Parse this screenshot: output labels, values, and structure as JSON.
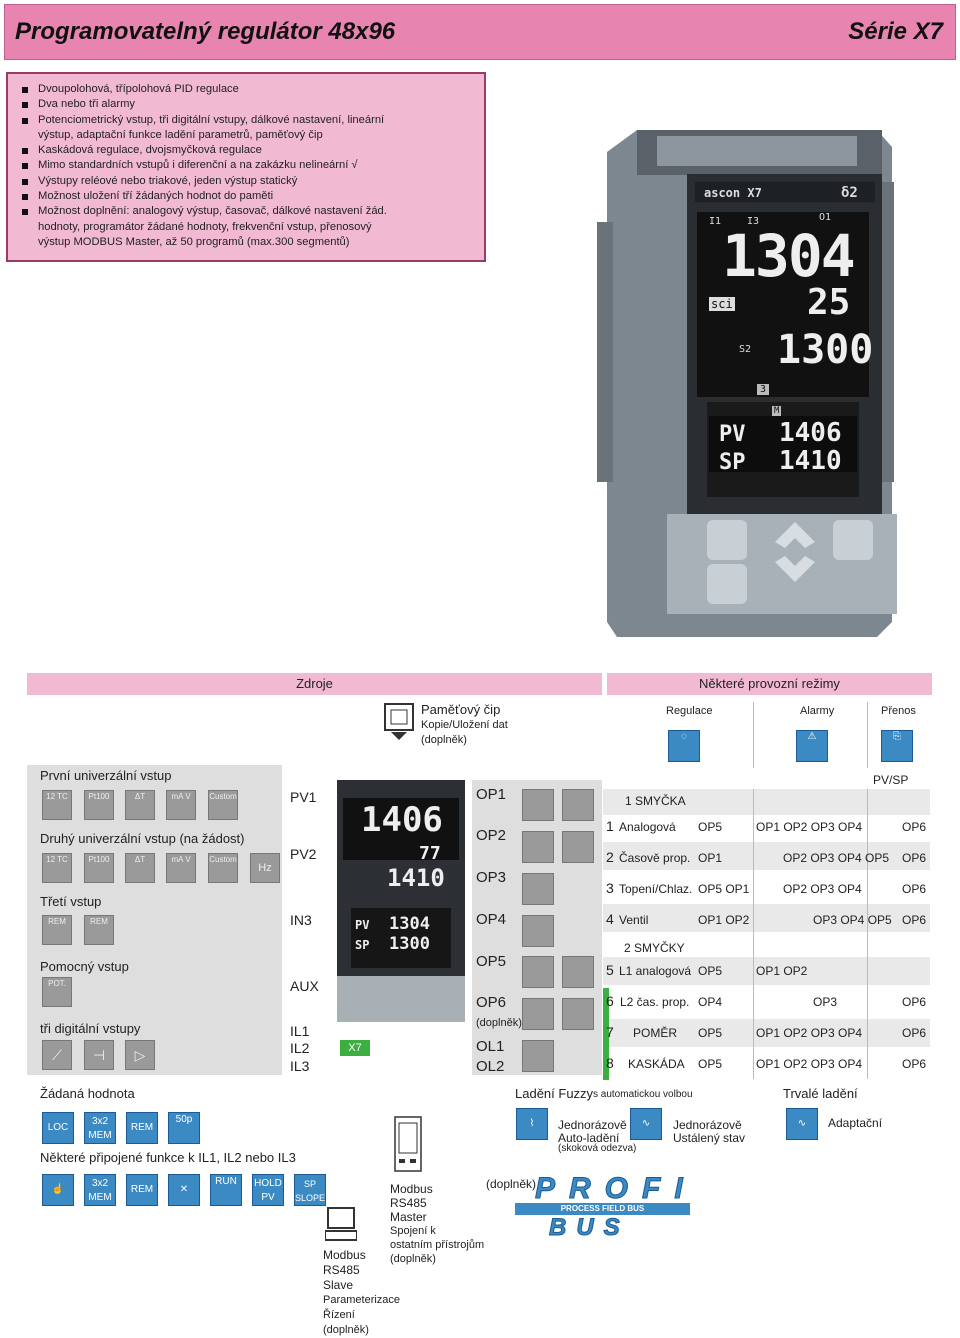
{
  "header": {
    "title": "Programovatelný   regulátor   48x96",
    "series": "Série X7"
  },
  "features": [
    "Dvoupolohová, třípolohová PID regulace",
    "Dva nebo tři alarmy",
    "Potenciometrický vstup, tři digitální vstupy, dálkové nastavení, lineární",
    "výstup, adaptační funkce ladění parametrů, paměťový čip",
    "Kaskádová regulace, dvojsmyčková regulace",
    "Mimo standardních vstupů i diferenční a na zakázku nelineární √",
    "Výstupy reléové nebo triakové, jeden výstup statický",
    "Možnost uložení tří žádaných hodnot do paměti",
    "Možnost doplnění: analogový výstup, časovač, dálkové nastavení žád.",
    "hodnoty, programátor žádané hodnoty, frekvenční vstup, přenosový",
    "výstup MODBUS Master, až 50 programů (max.300 segmentů)"
  ],
  "device": {
    "brand": "ascon X7",
    "model": "δ2",
    "pv": "1304",
    "sv1": "25",
    "sv2": "1300",
    "lcd1_label": "PV",
    "lcd1_val": "1406",
    "lcd2_label": "SP",
    "lcd2_val": "1410",
    "labels": [
      "I1",
      "I3",
      "O1",
      "sci",
      "S2",
      "3",
      "M"
    ]
  },
  "diagram": {
    "zdroje": "Zdroje",
    "rezimy": "Některé provozní režimy",
    "pamet_title": "Paměťový čip",
    "pamet_sub1": "Kopie/Uložení dat",
    "pamet_sub2": "(doplněk)",
    "col_regulace": "Regulace",
    "col_alarmy": "Alarmy",
    "col_prenos": "Přenos",
    "input1": "První univerzální vstup",
    "input2": "Druhý univerzální vstup (na žádost)",
    "input3": "Třetí vstup",
    "input4": "Pomocný vstup",
    "input5": "tři digitální vstupy",
    "icons1": [
      "12 TC",
      "Pt100",
      "ΔT",
      "mA V",
      "Custom"
    ],
    "icons2": [
      "12 TC",
      "Pt100",
      "ΔT",
      "mA V",
      "Custom",
      "Hz"
    ],
    "icons3": [
      "REM",
      "REM"
    ],
    "icons4": [
      "POT."
    ],
    "pv1": "PV1",
    "pv2": "PV2",
    "in3": "IN3",
    "aux": "AUX",
    "il1": "IL1",
    "il2": "IL2",
    "il3": "IL3",
    "x7": "X7",
    "mini": {
      "a": "1406",
      "b": "77",
      "c": "1410",
      "d": "1304",
      "e": "1300"
    },
    "ops": [
      "OP1",
      "OP2",
      "OP3",
      "OP4",
      "OP5",
      "OP6"
    ],
    "doplnek": "(doplněk)",
    "ol1": "OL1",
    "ol2": "OL2",
    "pvsp": "PV/SP",
    "smycka1": "1 SMYČKA",
    "smycka2": "2 SMYČKY",
    "rows": [
      {
        "n": "1",
        "name": "Analogová",
        "c1": "OP5",
        "c2": "",
        "c3": "OP1 OP2 OP3 OP4",
        "c4": "OP6"
      },
      {
        "n": "2",
        "name": "Časově prop.",
        "c1": "OP1",
        "c2": "",
        "c3": "OP2 OP3 OP4 OP5",
        "c4": "OP6"
      },
      {
        "n": "3",
        "name": "Topení/Chlaz.",
        "c1": "OP5 OP1",
        "c2": "",
        "c3": "OP2 OP3 OP4",
        "c4": "OP6"
      },
      {
        "n": "4",
        "name": "Ventil",
        "c1": "",
        "c2": "OP1 OP2",
        "c3": "OP3 OP4 OP5",
        "c4": "OP6"
      },
      {
        "n": "5",
        "name": "L1 analogová",
        "c1": "OP5",
        "c2": "",
        "c3": "OP1 OP2",
        "c4": ""
      },
      {
        "n": "6",
        "name": "L2 čas. prop.",
        "c1": "OP4",
        "c2": "",
        "c3": "OP3",
        "c4": "OP6"
      },
      {
        "n": "7",
        "name": "POMĚR",
        "c1": "OP5",
        "c2": "",
        "c3": "OP1 OP2 OP3 OP4",
        "c4": "OP6"
      },
      {
        "n": "8",
        "name": "KASKÁDA",
        "c1": "OP5",
        "c2": "",
        "c3": "OP1 OP2 OP3 OP4",
        "c4": "OP6"
      }
    ],
    "zadana": "Žádaná hodnota",
    "zad_icons": [
      "LOC",
      "3x2 MEM",
      "REM",
      "50p"
    ],
    "funkce": "Některé připojené funkce k IL1, IL2 nebo IL3",
    "fun_icons": [
      "",
      "3x2 MEM",
      "REM",
      "",
      "RUN",
      "HOLD PV",
      "SP SLOPE"
    ],
    "fuzzy": "Ladění Fuzzy",
    "fuzzy_sub": "s automatickou volbou",
    "jed1a": "Jednorázově",
    "jed1b": "Auto-ladění",
    "jed1c": "(skoková odezva)",
    "jed2a": "Jednorázově",
    "jed2b": "Ustálený stav",
    "trvale": "Trvalé ladění",
    "adapt": "Adaptační",
    "modbus_master": [
      "Modbus",
      "RS485",
      "Master",
      "Spojení k",
      "ostatním přístrojům",
      "(doplněk)"
    ],
    "modbus_slave": [
      "Modbus",
      "RS485",
      "Slave",
      "Parameterizace",
      "Řízení",
      "(doplněk)"
    ],
    "profibus_dop": "(doplněk)",
    "profi": "PROFI",
    "pfb": "PROCESS FIELD BUS",
    "bus": "BUS"
  }
}
